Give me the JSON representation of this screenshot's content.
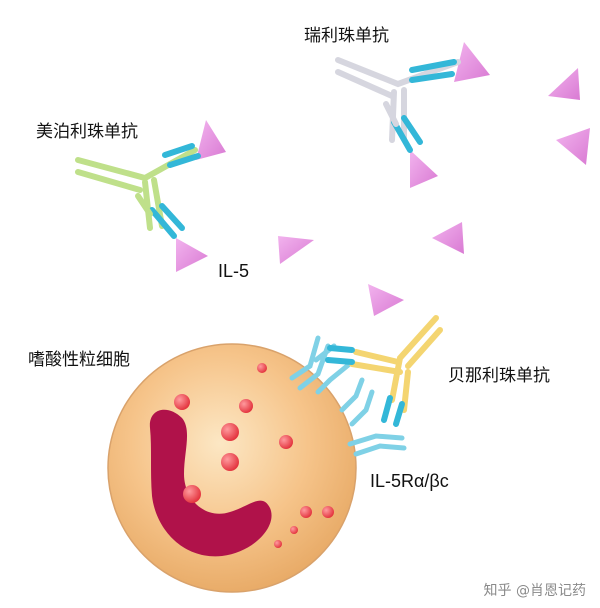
{
  "labels": {
    "reslizumab": "瑞利珠单抗",
    "mepolizumab": "美泊利珠单抗",
    "il5": "IL-5",
    "eosinophil": "嗜酸性粒细胞",
    "benralizumab": "贝那利珠单抗",
    "receptor": "IL-5Rα/βc"
  },
  "watermark": "知乎 @肖恩记药",
  "colors": {
    "il5": "#e993e4",
    "mepolizumab_heavy": "#bfe08a",
    "reslizumab_heavy": "#d6d6df",
    "benralizumab_heavy": "#f4d571",
    "variable_region": "#33b7d8",
    "receptor": "#7fd1e6",
    "cell": "#f6c48a",
    "nucleus": "#b0124a",
    "granule": "#f2565e"
  },
  "icons": [
    "il5-triangle-icon",
    "antibody-icon",
    "eosinophil-cell-icon"
  ]
}
